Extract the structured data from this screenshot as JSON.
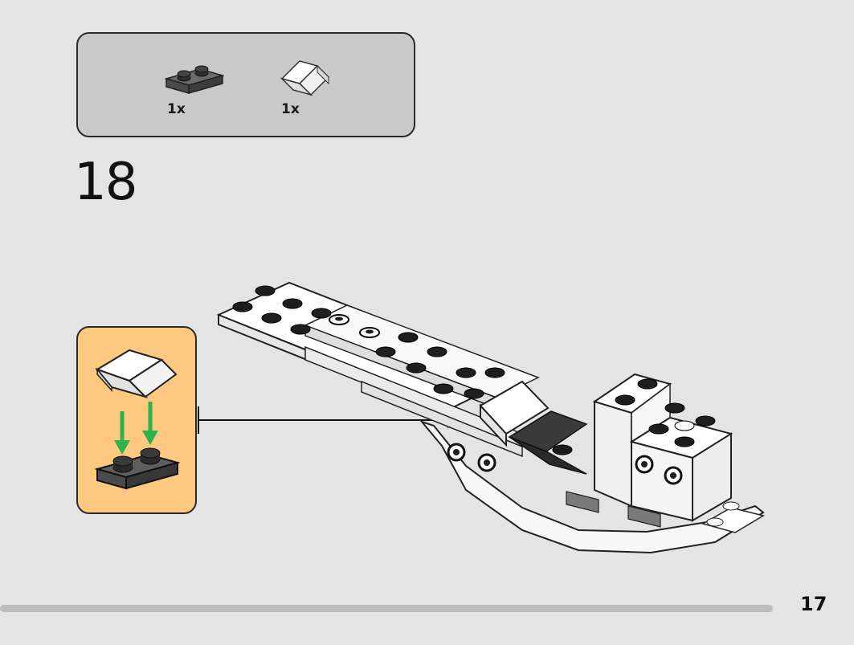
{
  "parts_list": {
    "items": [
      {
        "part": "dark-gray-plate-1x2",
        "quantity": "1x"
      },
      {
        "part": "white-slope-1x2",
        "quantity": "1x"
      }
    ]
  },
  "step": {
    "number": "18"
  },
  "callout": {
    "parts": [
      "white-slope-1x2",
      "dark-gray-plate-1x2"
    ],
    "arrow_color": "#2db34a"
  },
  "footer": {
    "page_number": "17",
    "progress": 0.905
  },
  "colors": {
    "background": "#e4e4e4",
    "parts_box": "#c9c9c9",
    "callout": "#fdc981",
    "dark_gray_brick": "#5b5b5b",
    "white_brick": "#ffffff"
  }
}
